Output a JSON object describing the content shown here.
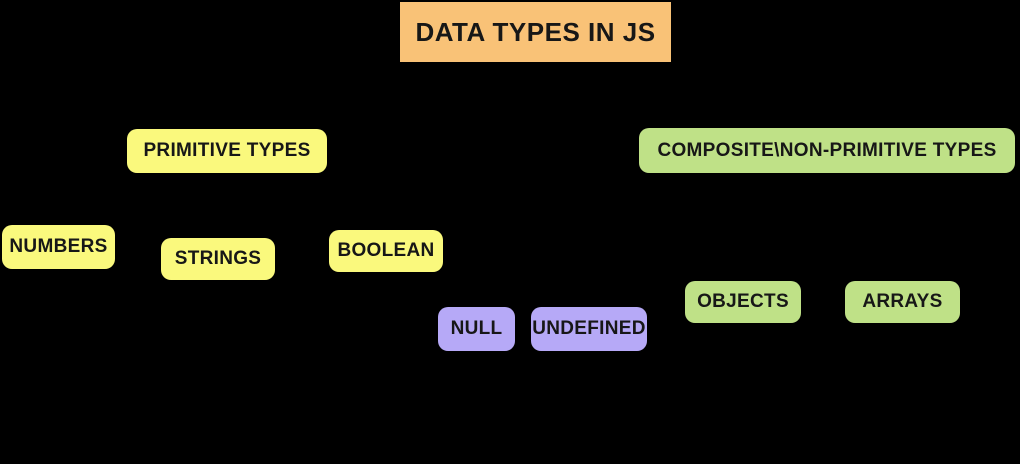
{
  "diagram_title": "DATA TYPES IN JS",
  "nodes": {
    "title": "DATA TYPES IN JS",
    "primitive": "PRIMITIVE TYPES",
    "composite": "COMPOSITE\\NON-PRIMITIVE TYPES",
    "numbers": "NUMBERS",
    "strings": "STRINGS",
    "boolean": "BOOLEAN",
    "null": "NULL",
    "undefined": "UNDEFINED",
    "objects": "OBJECTS",
    "arrays": "ARRAYS"
  },
  "hierarchy": {
    "root": "DATA TYPES IN JS",
    "branches": [
      {
        "label": "PRIMITIVE TYPES",
        "children": [
          "NUMBERS",
          "STRINGS",
          "BOOLEAN",
          "NULL",
          "UNDEFINED"
        ]
      },
      {
        "label": "COMPOSITE\\NON-PRIMITIVE TYPES",
        "children": [
          "OBJECTS",
          "ARRAYS"
        ]
      }
    ]
  },
  "colors": {
    "background": "#000000",
    "title_bg": "#F9C277",
    "primitive_bg": "#FAF97D",
    "composite_bg": "#BFE187",
    "special_bg": "#B6A9F7",
    "text": "#171717"
  }
}
